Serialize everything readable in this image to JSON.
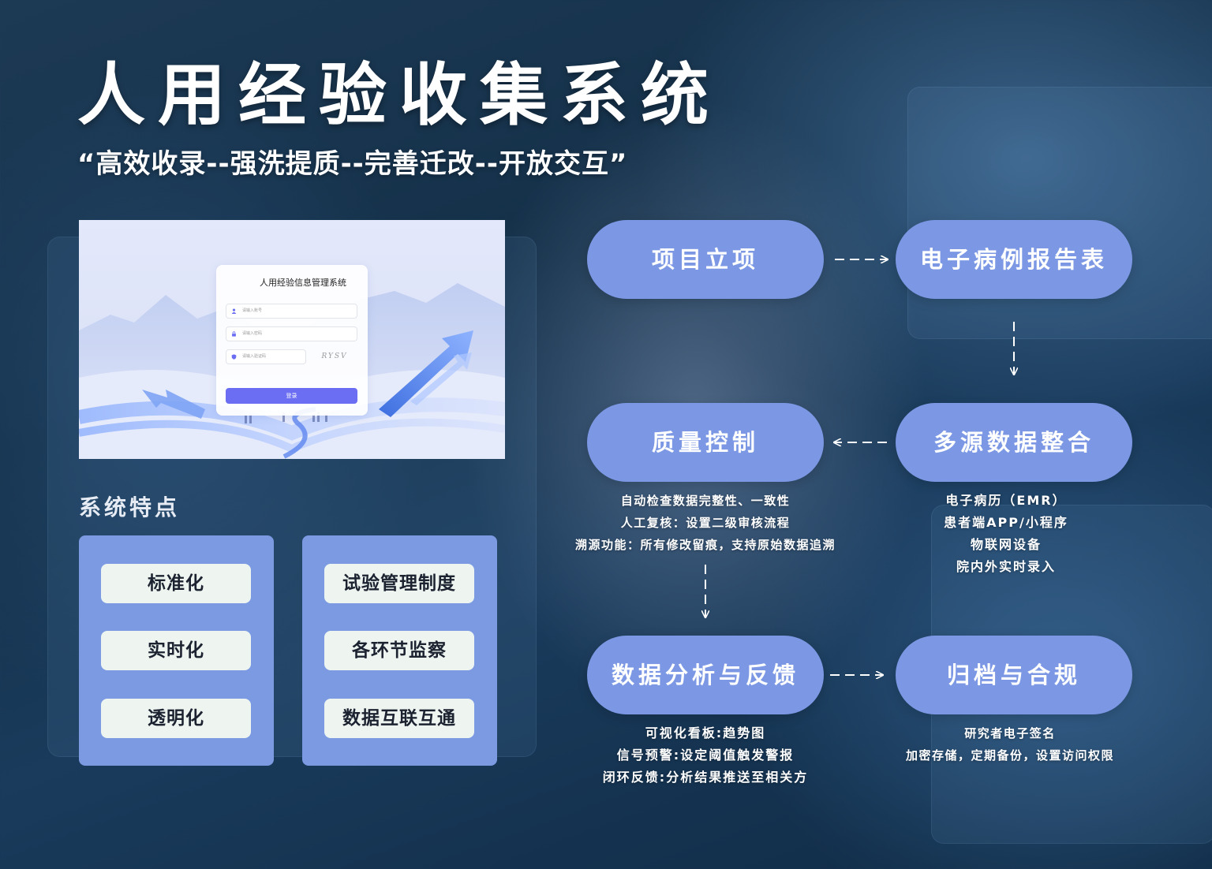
{
  "title": "人用经验收集系统",
  "subtitle": "“高效收录--强洗提质--完善迁改--开放交互”",
  "login_screenshot": {
    "title": "人用经验信息管理系统",
    "username_placeholder": "请输入账号",
    "password_placeholder": "请输入密码",
    "captcha_placeholder": "请输入验证码",
    "captcha_text": "RYSV",
    "login_button": "登录"
  },
  "features": {
    "heading": "系统特点",
    "left": [
      "标准化",
      "实时化",
      "透明化"
    ],
    "right": [
      "试验管理制度",
      "各环节监察",
      "数据互联互通"
    ]
  },
  "flow": {
    "nodes": {
      "project_setup": "项目立项",
      "ecrf": "电子病例报告表",
      "quality_control": "质量控制",
      "multi_source": "多源数据整合",
      "analysis_feedback": "数据分析与反馈",
      "archive_compliance": "归档与合规"
    },
    "notes": {
      "quality_control": [
        "自动检查数据完整性、一致性",
        "人工复核：设置二级审核流程",
        "溯源功能：所有修改留痕，支持原始数据追溯"
      ],
      "multi_source": [
        "电子病历（EMR）",
        "患者端APP/小程序",
        "物联网设备",
        "院内外实时录入"
      ],
      "analysis_feedback": [
        "可视化看板:趋势图",
        "信号预警:设定阈值触发警报",
        "闭环反馈:分析结果推送至相关方"
      ],
      "archive_compliance": [
        "研究者电子签名",
        "加密存储，定期备份，设置访问权限"
      ]
    }
  },
  "colors": {
    "node": "#7c98e4",
    "feature_panel": "#7b9ae2",
    "feature_pill": "#eef5f1",
    "login_button": "#6b6ef2"
  }
}
